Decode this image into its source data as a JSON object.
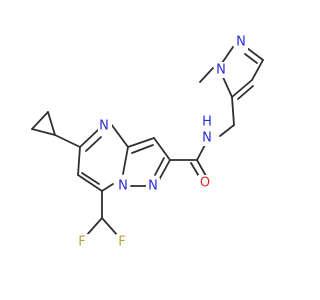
{
  "molecule": {
    "atom_labels": {
      "n_ring_upper": "N",
      "n_bridge": "N",
      "n_pyrazole_lower": "N",
      "nh_amide": "N",
      "h_amide": "H",
      "o_carbonyl": "O",
      "n_methylpyrazole_1": "N",
      "n_methylpyrazole_2": "N",
      "f_left": "F",
      "f_right": "F"
    },
    "colors": {
      "carbon": "#2f2f2f",
      "nitrogen": "#2b2bd6",
      "oxygen": "#d62b2b",
      "fluorine": "#b8a23a"
    }
  }
}
